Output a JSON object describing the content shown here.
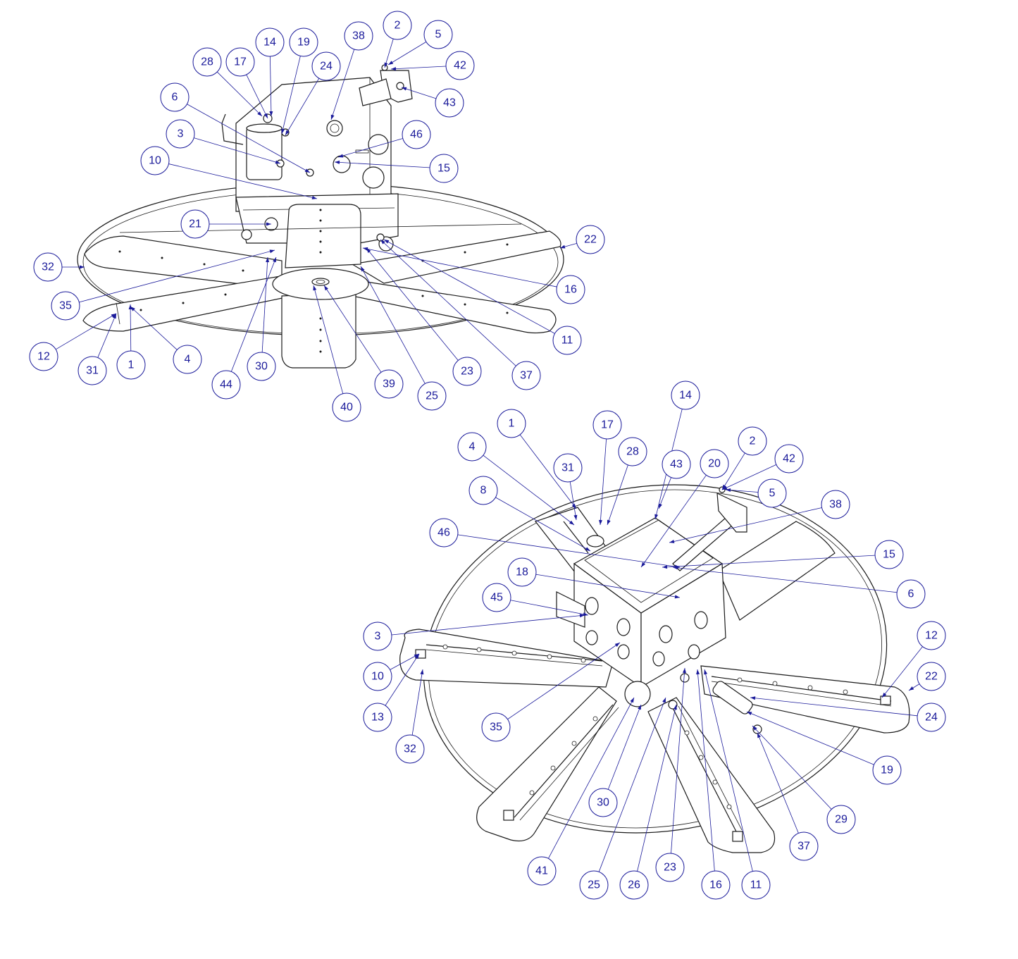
{
  "accent_color": "#1a1a9a",
  "line_color": "#1a1a1a",
  "view_top": {
    "callouts": [
      "2",
      "5",
      "42",
      "43",
      "38",
      "14",
      "19",
      "28",
      "17",
      "24",
      "6",
      "3",
      "46",
      "15",
      "10",
      "21",
      "22",
      "32",
      "16",
      "35",
      "11",
      "12",
      "31",
      "1",
      "4",
      "30",
      "44",
      "23",
      "37",
      "39",
      "25",
      "40"
    ]
  },
  "view_bottom": {
    "callouts": [
      "14",
      "1",
      "17",
      "4",
      "28",
      "31",
      "2",
      "42",
      "43",
      "20",
      "5",
      "8",
      "38",
      "46",
      "15",
      "18",
      "6",
      "45",
      "3",
      "12",
      "22",
      "10",
      "24",
      "13",
      "35",
      "32",
      "19",
      "29",
      "30",
      "37",
      "41",
      "25",
      "26",
      "23",
      "16",
      "11"
    ]
  }
}
